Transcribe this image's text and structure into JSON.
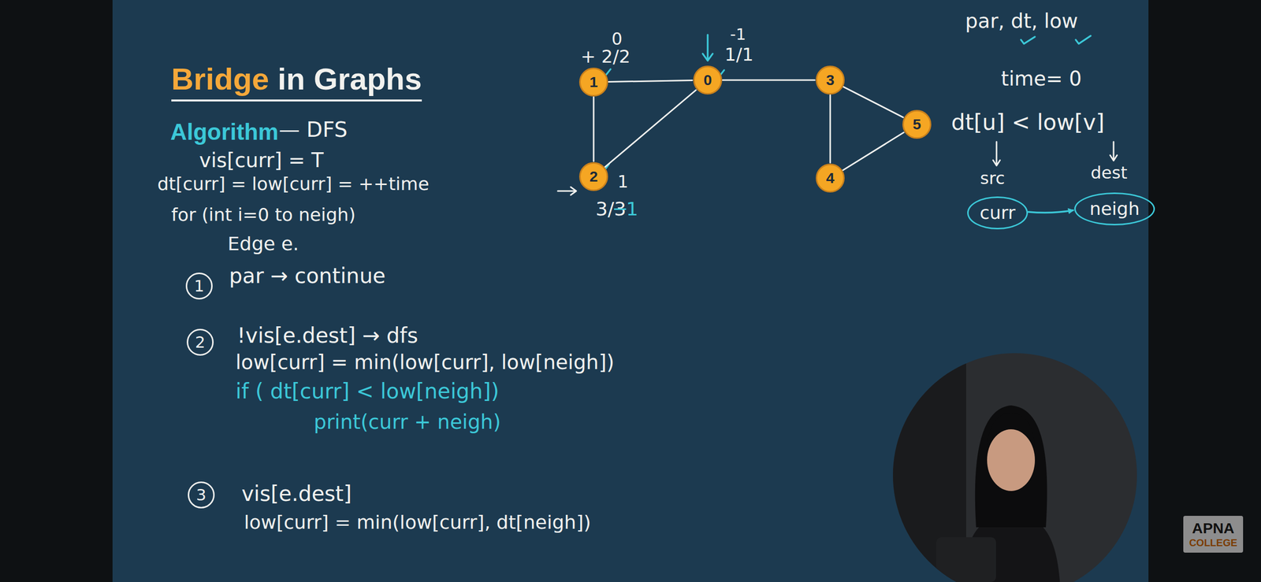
{
  "diagram": {
    "title": "Bridge in Graphs",
    "nodes": [
      {
        "text": [
          "1"
        ]
      },
      {
        "text": [
          "0"
        ]
      },
      {
        "text": [
          "3"
        ]
      },
      {
        "text": [
          "5"
        ]
      },
      {
        "text": [
          "2"
        ]
      },
      {
        "text": [
          "4"
        ]
      },
      {
        "text": [
          "curr"
        ]
      },
      {
        "text": [
          "neigh"
        ]
      },
      {
        "text": [
          "1"
        ]
      },
      {
        "text": [
          "2"
        ]
      },
      {
        "text": [
          "3"
        ]
      },
      {
        "text": [
          "APNA",
          "COLLEGE"
        ]
      }
    ],
    "edges": [
      {
        "from": 0,
        "to": 1,
        "arrow": "none"
      },
      {
        "from": 0,
        "to": 4,
        "arrow": "none"
      },
      {
        "from": 4,
        "to": 1,
        "arrow": "none"
      },
      {
        "from": 1,
        "to": 2,
        "arrow": "none"
      },
      {
        "from": 2,
        "to": 3,
        "arrow": "none"
      },
      {
        "from": 2,
        "to": 5,
        "arrow": "none"
      },
      {
        "from": 5,
        "to": 3,
        "arrow": "none"
      },
      {
        "from": 6,
        "to": 7,
        "arrow": "to"
      }
    ],
    "labels": [
      "Algorithm",
      "— DFS",
      "vis[curr] = T",
      "dt[curr] = low[curr] = ++time",
      "for (int i=0 to neigh)",
      "Edge e.",
      "par → continue",
      "!vis[e.dest] → dfs",
      "low[curr] = min(low[curr], low[neigh])",
      "if ( dt[curr] < low[neigh])",
      "print(curr + neigh)",
      "vis[e.dest]",
      "low[curr] = min(low[curr], dt[neigh])",
      "0",
      "+ 2/2",
      "-1",
      "1/1",
      "1",
      "3/",
      "3",
      "1",
      "par, dt, low",
      "time= 0",
      "dt[u] < low[v]",
      "src",
      "dest"
    ]
  }
}
